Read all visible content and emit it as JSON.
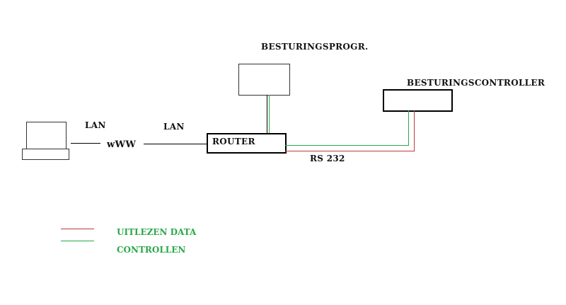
{
  "labels": {
    "program": "BESTURINGSPROGR.",
    "controller": "BESTURINGSCONTROLLER",
    "router": "ROUTER",
    "lan_left": "LAN",
    "lan_right": "LAN",
    "www": "wWW",
    "rs232": "RS 232"
  },
  "legend": [
    {
      "label": "UITLEZEN DATA",
      "color": "#c0393b"
    },
    {
      "label": "CONTROLLEN",
      "color": "#2aa84a"
    }
  ],
  "colors": {
    "red": "#c0393b",
    "green": "#2aa84a",
    "black": "#000000"
  }
}
